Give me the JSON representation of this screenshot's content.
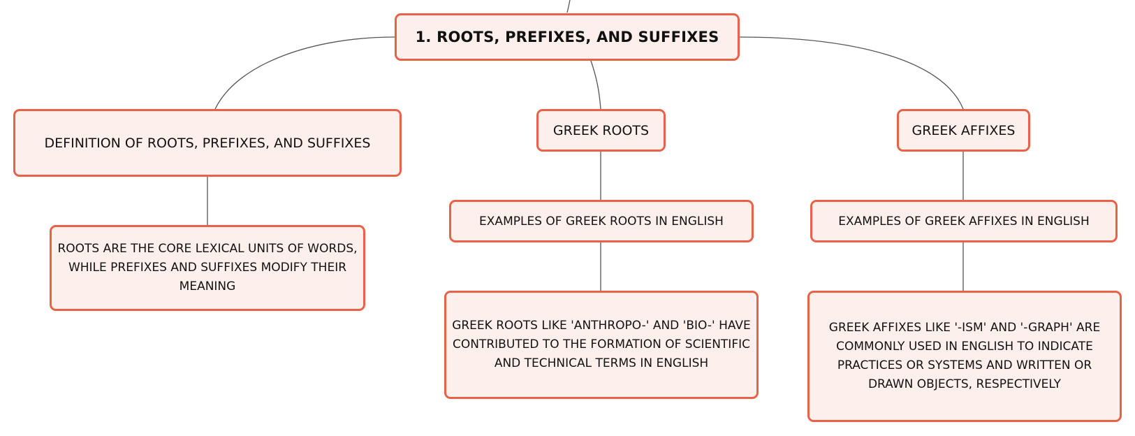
{
  "colors": {
    "node_border": "#e8624a",
    "node_fill": "#fdf0ec",
    "connector": "#555555",
    "text": "#111111"
  },
  "mindmap": {
    "root": {
      "label": "1. ROOTS, PREFIXES, AND SUFFIXES"
    },
    "branches": [
      {
        "label": "DEFINITION OF ROOTS, PREFIXES, AND SUFFIXES",
        "children": [
          {
            "label": "ROOTS ARE THE CORE LEXICAL UNITS OF WORDS, WHILE PREFIXES AND SUFFIXES MODIFY THEIR MEANING"
          }
        ]
      },
      {
        "label": "GREEK ROOTS",
        "children": [
          {
            "label": "EXAMPLES OF GREEK ROOTS IN ENGLISH",
            "children": [
              {
                "label": "GREEK ROOTS LIKE 'ANTHROPO-' AND 'BIO-' HAVE CONTRIBUTED TO THE FORMATION OF SCIENTIFIC AND TECHNICAL TERMS IN ENGLISH"
              }
            ]
          }
        ]
      },
      {
        "label": "GREEK AFFIXES",
        "children": [
          {
            "label": "EXAMPLES OF GREEK AFFIXES IN ENGLISH",
            "children": [
              {
                "label": "GREEK AFFIXES LIKE '-ISM' AND '-GRAPH' ARE COMMONLY USED IN ENGLISH TO INDICATE PRACTICES OR SYSTEMS AND WRITTEN OR DRAWN OBJECTS, RESPECTIVELY"
              }
            ]
          }
        ]
      }
    ]
  }
}
